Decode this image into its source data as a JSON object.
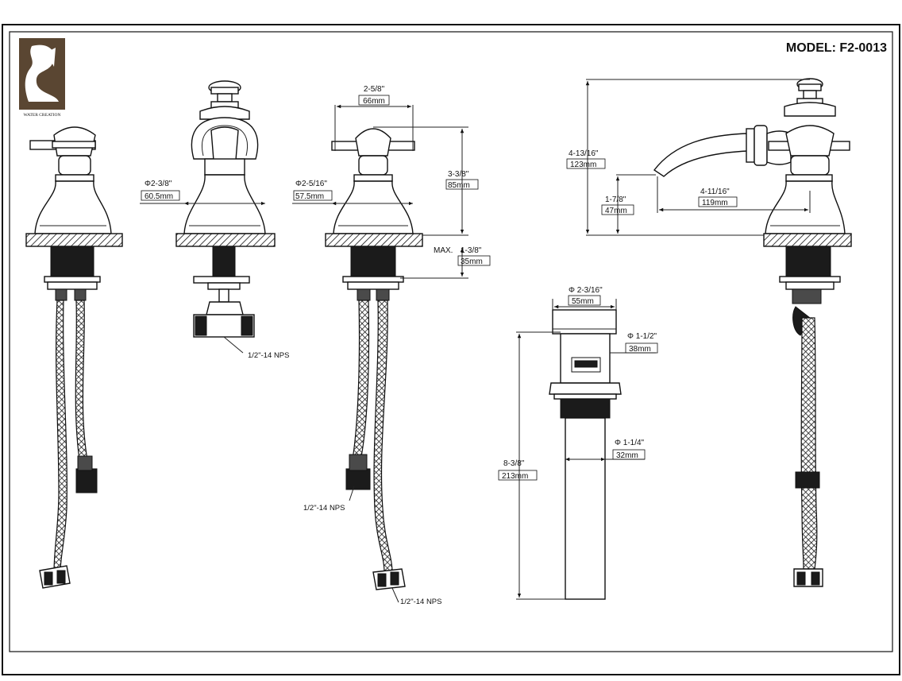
{
  "title": "MODEL: F2-0013",
  "logo": {
    "caption": "WATER CREATION",
    "icon": "water-creation-logo-icon"
  },
  "dimensions": {
    "spout_width": {
      "in": "2-5/8\"",
      "mm": "66mm"
    },
    "handle_height": {
      "in": "3-3/8\"",
      "mm": "85mm"
    },
    "base_dia_handle": {
      "in": "Φ2-3/8\"",
      "mm": "60.5mm"
    },
    "base_dia_spout": {
      "in": "Φ2-5/16\"",
      "mm": "57.5mm"
    },
    "max_deck": {
      "prefix": "MAX.",
      "in": "1-3/8\"",
      "mm": "35mm"
    },
    "total_height": {
      "in": "4-13/16\"",
      "mm": "123mm"
    },
    "spout_height": {
      "in": "1-7/8\"",
      "mm": "47mm"
    },
    "spout_reach": {
      "in": "4-11/16\"",
      "mm": "119mm"
    },
    "drain_cap_dia": {
      "in": "Φ 2-3/16\"",
      "mm": "55mm"
    },
    "drain_body_dia": {
      "in": "Φ 1-1/2\"",
      "mm": "38mm"
    },
    "drain_tail_dia": {
      "in": "Φ 1-1/4\"",
      "mm": "32mm"
    },
    "drain_length": {
      "in": "8-3/8\"",
      "mm": "213mm"
    }
  },
  "notes": {
    "nps_spout": "1/2\"-14 NPS",
    "nps_hose_left": "1/2\"-14 NPS",
    "nps_hose_bottom": "1/2\"-14 NPS"
  },
  "colors": {
    "line": "#111111",
    "paper": "#ffffff"
  }
}
